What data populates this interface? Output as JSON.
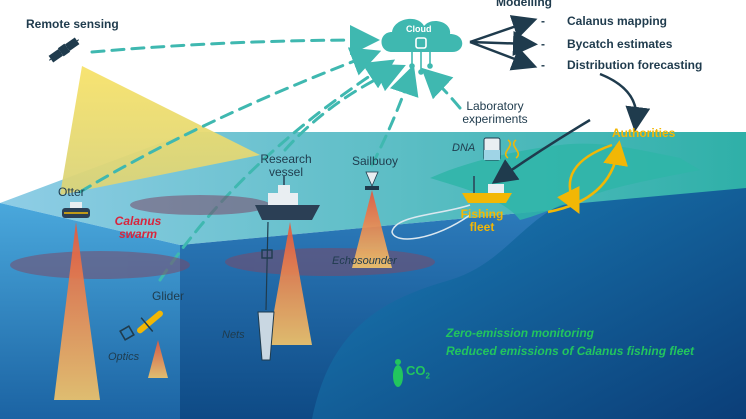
{
  "labels": {
    "remote_sensing": "Remote sensing",
    "modelling": "Modelling",
    "cloud": "Cloud",
    "outputs": [
      "Calanus mapping",
      "Bycatch estimates",
      "Distribution forecasting"
    ],
    "output_dash": "-",
    "laboratory": [
      "Laboratory",
      "experiments"
    ],
    "dna": "DNA",
    "authorities": "Authorities",
    "research_vessel": [
      "Research",
      "vessel"
    ],
    "sailbuoy": "Sailbuoy",
    "otter": "Otter",
    "calanus_swarm": [
      "Calanus",
      "swarm"
    ],
    "fishing_fleet": [
      "Fishing",
      "fleet"
    ],
    "echosounder": "Echosounder",
    "glider": "Glider",
    "optics": "Optics",
    "nets": "Nets",
    "co2": "CO",
    "co2_sub": "2",
    "footer": [
      "Zero-emission monitoring",
      "Reduced emissions of Calanus fishing fleet"
    ]
  },
  "colors": {
    "link_dashed": "#3fb8b0",
    "arrow_dark": "#1f3b4d",
    "authorities": "#f2b705",
    "swarm_label": "#d7263d",
    "emission_text": "#22c55e",
    "ocean_top": "#3a9fd6",
    "ocean_deep": "#0f4d8a",
    "land": "#3fb8b0",
    "sensor_beam": "#e8683f",
    "satellite_cone": "#f2dc5d"
  },
  "icons": [
    "satellite-icon",
    "cloud-icon",
    "chip-icon",
    "dna-icon",
    "beaker-icon",
    "vessel-icon",
    "sailbuoy-icon",
    "otter-icon",
    "fishing-boat-icon",
    "glider-icon",
    "optics-icon",
    "net-icon",
    "footprint-icon"
  ]
}
